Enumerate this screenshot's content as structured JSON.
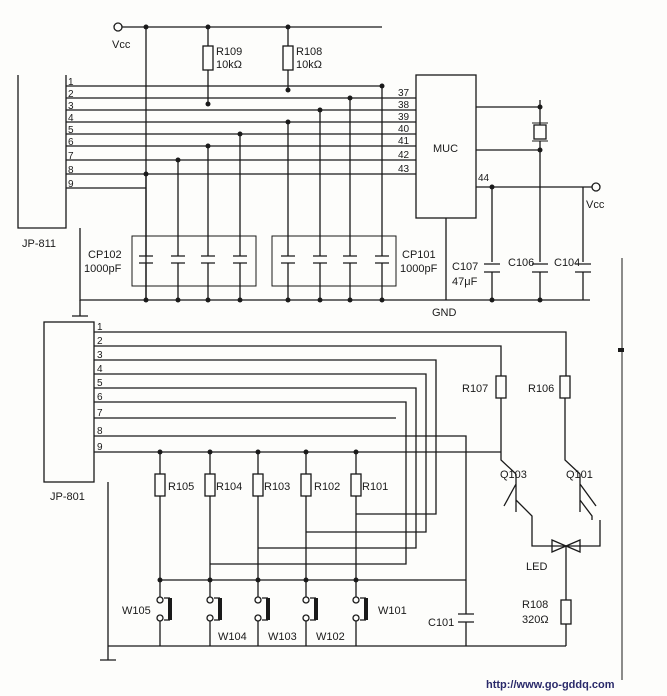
{
  "labels": {
    "vcc_top": "Vcc",
    "vcc_right": "Vcc",
    "r109": "R109",
    "r109_val": "10kΩ",
    "r108": "R108",
    "r108_val": "10kΩ",
    "muc": "MUC",
    "jp811": "JP-811",
    "jp801": "JP-801",
    "cp102": "CP102",
    "cp102_val": "1000pF",
    "cp101": "CP101",
    "cp101_val": "1000pF",
    "c107": "C107",
    "c107_val": "47μF",
    "c106": "C106",
    "c104": "C104",
    "gnd": "GND",
    "pin44": "44",
    "r107": "R107",
    "r106": "R106",
    "q103": "Q103",
    "q101": "Q101",
    "led": "LED",
    "r108b": "R108",
    "r108b_val": "320Ω",
    "r105": "R105",
    "r104": "R104",
    "r103": "R103",
    "r102": "R102",
    "r101": "R101",
    "c101": "C101",
    "w105": "W105",
    "w104": "W104",
    "w103": "W103",
    "w102": "W102",
    "w101": "W101",
    "url": "http://www.go-gddq.com"
  },
  "jp811_pins": [
    "1",
    "2",
    "3",
    "4",
    "5",
    "6",
    "7",
    "8",
    "9"
  ],
  "jp801_pins": [
    "1",
    "2",
    "3",
    "4",
    "5",
    "6",
    "7",
    "8",
    "9"
  ],
  "muc_pins": [
    "37",
    "38",
    "39",
    "40",
    "41",
    "42",
    "43"
  ]
}
